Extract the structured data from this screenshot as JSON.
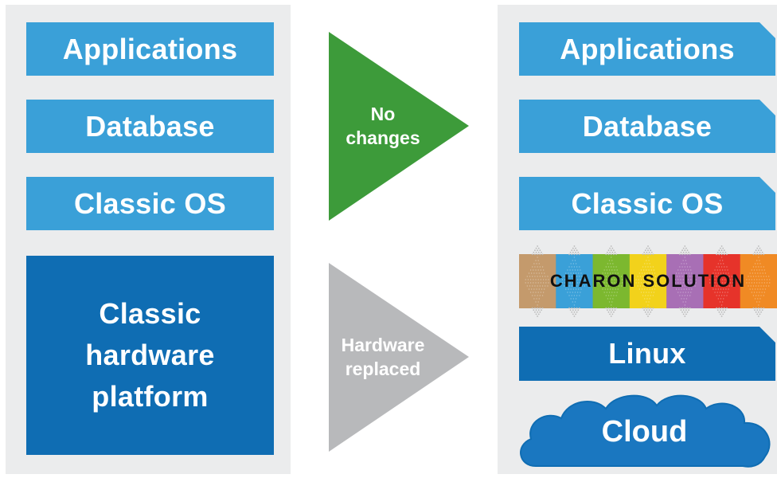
{
  "left_stack": {
    "applications": "Applications",
    "database": "Database",
    "classic_os": "Classic OS",
    "hardware_line1": "Classic",
    "hardware_line2": "hardware",
    "hardware_line3": "platform"
  },
  "arrows": {
    "top_line1": "No",
    "top_line2": "changes",
    "bottom_line1": "Hardware",
    "bottom_line2": "replaced"
  },
  "right_stack": {
    "applications": "Applications",
    "database": "Database",
    "classic_os": "Classic OS",
    "charon": "CHARON SOLUTION",
    "linux": "Linux",
    "cloud": "Cloud"
  },
  "colors": {
    "panel": "#ebeced",
    "light_blue": "#3aa0d8",
    "dark_blue": "#0f6db3",
    "green": "#3d9b3a",
    "grey": "#b8b9bb",
    "charon_segments": [
      "#c49a6c",
      "#3aa0d8",
      "#7cb82f",
      "#f2d21b",
      "#a86fb5",
      "#e6332a",
      "#f08a24"
    ]
  }
}
